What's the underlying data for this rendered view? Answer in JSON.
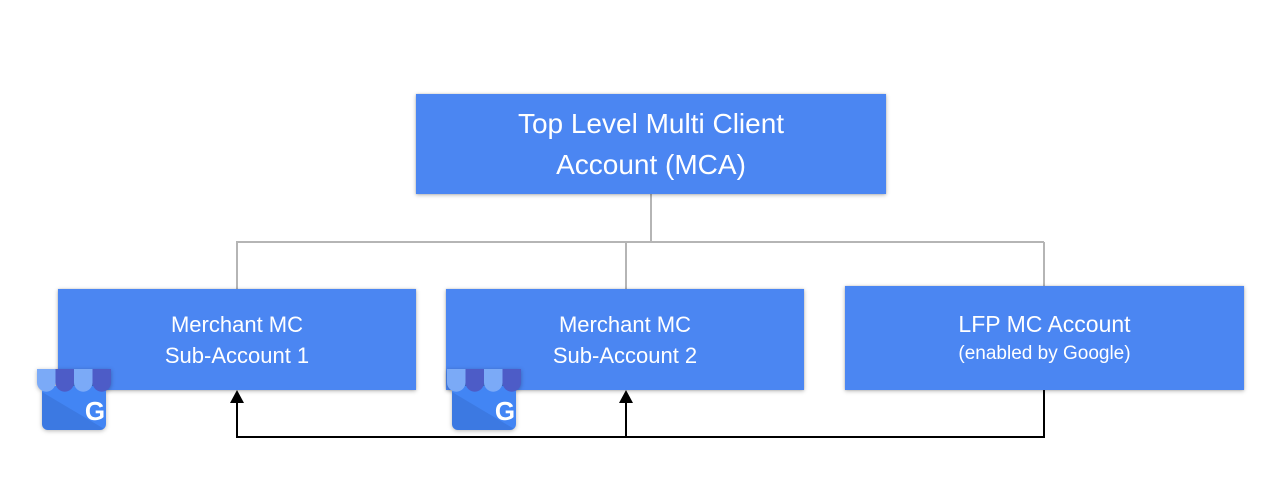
{
  "diagram": {
    "colors": {
      "background": "#ffffff",
      "box_fill": "#4b86f2",
      "box_text": "#ffffff",
      "tree_line": "#b5b5b5",
      "flow_line": "#000000",
      "icon_body": "#4285f4",
      "icon_body_fold": "rgba(16,38,95,0.12)",
      "icon_awning_light": "#7baaf7",
      "icon_awning_dark": "#4d5cc7",
      "icon_letter_color": "#ffffff"
    },
    "nodes": {
      "mca": {
        "lines": [
          "Top Level Multi Client",
          "Account (MCA)"
        ]
      },
      "sub1": {
        "lines": [
          "Merchant MC",
          "Sub-Account 1"
        ]
      },
      "sub2": {
        "lines": [
          "Merchant MC",
          "Sub-Account 2"
        ]
      },
      "lfp": {
        "lines": [
          "LFP MC Account",
          "(enabled by Google)"
        ]
      }
    },
    "icon": {
      "name": "google-business-profile-icon",
      "letter": "G"
    },
    "hierarchy_edges": [
      {
        "from": "mca",
        "to": "sub1"
      },
      {
        "from": "mca",
        "to": "sub2"
      },
      {
        "from": "mca",
        "to": "lfp"
      }
    ],
    "arrow_edges": [
      {
        "from": "lfp",
        "to": "sub1"
      },
      {
        "from": "lfp",
        "to": "sub2"
      }
    ]
  }
}
